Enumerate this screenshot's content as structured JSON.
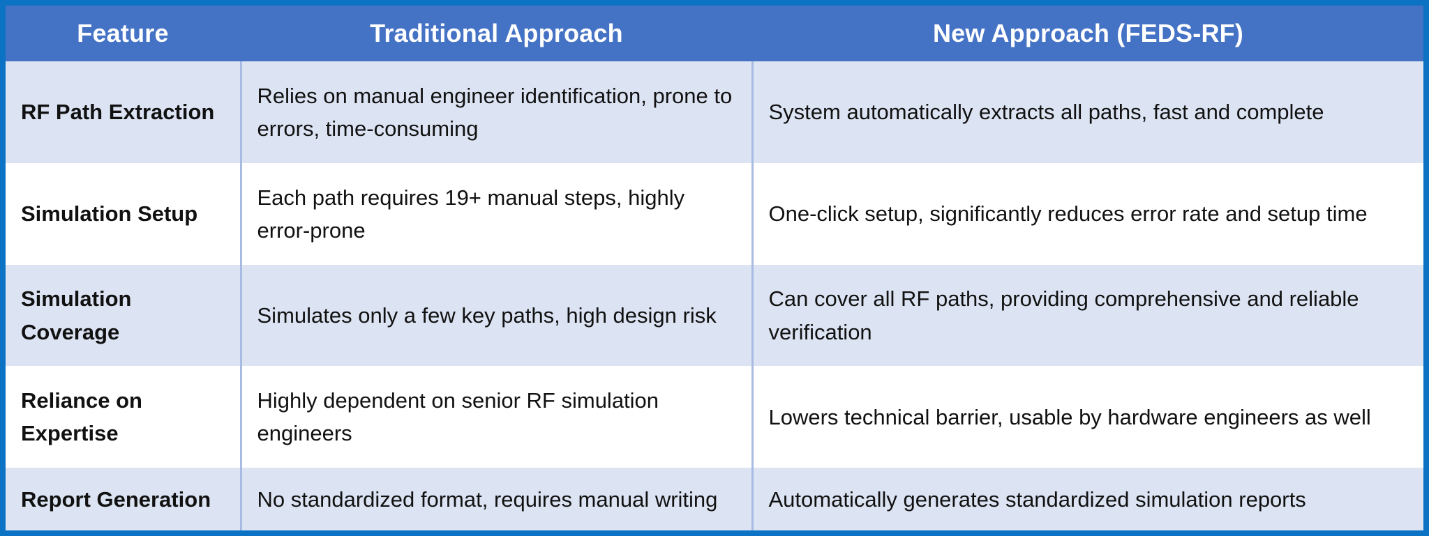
{
  "table": {
    "columns": [
      {
        "key": "feature",
        "label": "Feature"
      },
      {
        "key": "traditional",
        "label": "Traditional Approach"
      },
      {
        "key": "new",
        "label": "New Approach (FEDS-RF)"
      }
    ],
    "rows": [
      {
        "feature": "RF Path Extraction",
        "traditional": "Relies on manual engineer identification, prone to errors, time-consuming",
        "new": "System automatically extracts all paths, fast and complete"
      },
      {
        "feature": "Simulation Setup",
        "traditional": "Each path requires 19+ manual steps, highly error-prone",
        "new": "One-click setup, significantly reduces error rate and setup time"
      },
      {
        "feature": "Simulation Coverage",
        "traditional": "Simulates only a few key paths, high design risk",
        "new": "Can cover all RF paths, providing comprehensive and reliable verification"
      },
      {
        "feature": "Reliance on Expertise",
        "traditional": "Highly dependent on senior RF simulation engineers",
        "new": "Lowers technical barrier, usable by hardware engineers as well"
      },
      {
        "feature": "Report Generation",
        "traditional": "No standardized format, requires manual writing",
        "new": "Automatically generates standardized simulation reports"
      }
    ]
  },
  "colors": {
    "header_fill": "#4472C4",
    "header_text": "#FFFFFF",
    "outer_border": "#0C72C4",
    "row_shade": "#DCE3F2",
    "row_plain": "#FFFFFF",
    "column_divider": "#A8BCE3",
    "body_text": "#111111"
  }
}
